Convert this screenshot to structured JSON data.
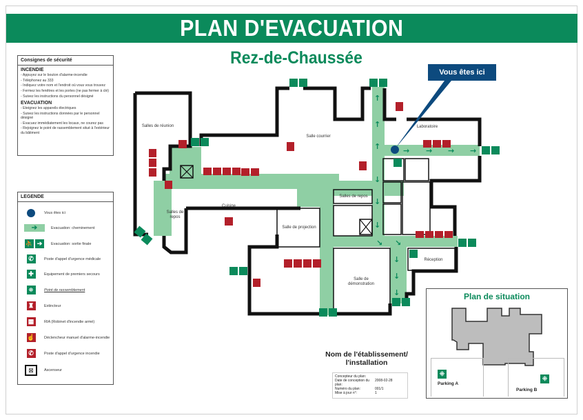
{
  "header": {
    "title": "PLAN D'EVACUATION",
    "floor": "Rez-de-Chaussée"
  },
  "colors": {
    "green": "#0b8a5b",
    "path_green": "#8fcfa4",
    "red": "#b3202a",
    "blue": "#0d4a7e",
    "wall": "#111111"
  },
  "consignes": {
    "title": "Consignes de sécurité",
    "incendie": {
      "heading": "INCENDIE",
      "items": [
        "- Appuyez sur le bouton d'alarme-incendie",
        "- Téléphonez au 333",
        "- Indiquez votre nom et l'endroit où vous vous trouvez",
        "- Fermez les fenêtres et les portes (ne pas fermer à clé)",
        "- Suivez les instructions du personnel désigné"
      ]
    },
    "evacuation": {
      "heading": "EVACUATION",
      "items": [
        "- Eteignez les appareils électriques",
        "- Suivez les instructions données par le personnel désigné",
        "- Evacuez immédiatement les locaux, ne courez pas",
        "- Rejoignez le point de rassemblement situé à l'extérieur du bâtiment"
      ]
    }
  },
  "legende": {
    "title": "LEGENDE",
    "items": [
      {
        "icon": "you-are-here-dot",
        "label": "Vous êtes ici"
      },
      {
        "icon": "evacuation-path-arrow",
        "label": "Evacuation: cheminement"
      },
      {
        "icon": "final-exit-sign",
        "label": "Evacuation: sortie finale"
      },
      {
        "icon": "medical-emergency-phone",
        "label": "Poste d'appel d'urgence médicale"
      },
      {
        "icon": "first-aid-cross",
        "label": "Equipement de premiers secours"
      },
      {
        "icon": "assembly-point",
        "label": "Point de rassemblement"
      },
      {
        "icon": "fire-extinguisher",
        "label": "Extincteur"
      },
      {
        "icon": "fire-hose-ria",
        "label": "RIA (Robinet d'incendie armé)"
      },
      {
        "icon": "manual-fire-alarm",
        "label": "Déclencheur manuel d'alarme-incendie"
      },
      {
        "icon": "fire-emergency-phone",
        "label": "Poste d'appel d'urgence incendie"
      },
      {
        "icon": "elevator",
        "label": "Ascenseur"
      }
    ]
  },
  "rooms": {
    "reunion": "Salles de réunion",
    "courrier": "Salle courrier",
    "laboratoire": "Laboratoire",
    "repos_left": "Salles de repos",
    "cuisine": "Cuisine",
    "repos_center": "Salles de repos",
    "projection": "Salle de projection",
    "demonstration": "Salle de démonstration",
    "reception": "Réception"
  },
  "you_are_here": "Vous êtes ici",
  "establishment": {
    "name": "Nom de l'établissement/ l'installation",
    "meta": [
      {
        "key": "Concepteur du plan:",
        "value": ""
      },
      {
        "key": "Date de conception du plan:",
        "value": "2008-02-28"
      },
      {
        "key": "Numéro du plan:",
        "value": "001/1"
      },
      {
        "key": "Mise à jour n°:",
        "value": "1"
      }
    ]
  },
  "situation": {
    "title": "Plan de situation",
    "parking_a": "Parking A",
    "parking_b": "Parking B"
  }
}
